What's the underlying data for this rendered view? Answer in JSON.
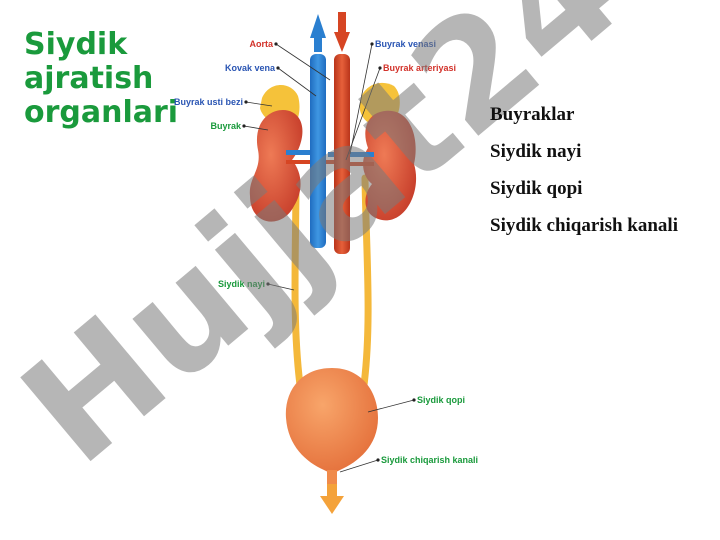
{
  "title_lines": [
    "Siydik",
    "ajratish",
    "organlari"
  ],
  "terms": [
    "Buyraklar",
    "Siydik nayi",
    "Siydik qopi",
    "Siydik chiqarish kanali"
  ],
  "labels": {
    "aorta": "Aorta",
    "kovak_vena": "Kovak vena",
    "buyrak_usti_bezi": "Buyrak usti bezi",
    "buyrak": "Buyrak",
    "buyrak_venasi": "Buyrak venasi",
    "buyrak_arteriyasi": "Buyrak arteriyasi",
    "siydik_nayi": "Siydik nayi",
    "siydik_qopi": "Siydik qopi",
    "siydik_chiqarish_kanali": "Siydik chiqarish kanali"
  },
  "watermark": {
    "main": "Hujjat",
    "accent": "24"
  },
  "colors": {
    "title": "#1a9a3c",
    "label_red": "#d2322a",
    "label_blue": "#2a55b3",
    "label_green": "#1a9a3c",
    "kidney": "#d9543a",
    "adrenal": "#f5c23a",
    "vein": "#2a7fd0",
    "artery": "#d64523",
    "ureter": "#f4b83a",
    "bladder": "#f08a4a"
  }
}
